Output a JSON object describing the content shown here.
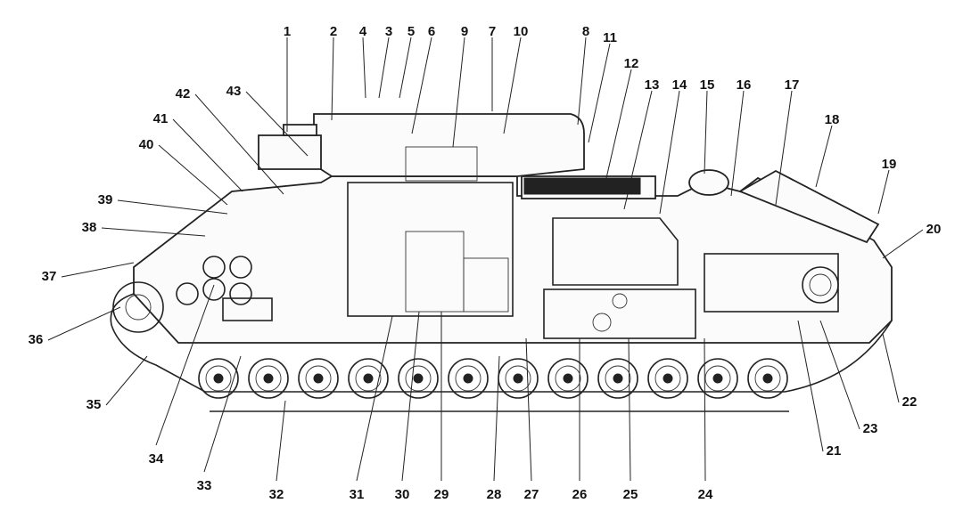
{
  "callouts": {
    "top": [
      "1",
      "2",
      "4",
      "3",
      "5",
      "6",
      "9",
      "7",
      "10",
      "8",
      "11",
      "12",
      "13",
      "14",
      "15",
      "16",
      "17",
      "18",
      "19"
    ],
    "left": [
      "43",
      "42",
      "41",
      "40",
      "39",
      "38",
      "37",
      "36",
      "35"
    ],
    "right": [
      "20",
      "22",
      "23",
      "21"
    ],
    "bottom": [
      "34",
      "33",
      "32",
      "31",
      "30",
      "29",
      "28",
      "27",
      "26",
      "25",
      "24"
    ]
  },
  "colors": {
    "ink": "#222222",
    "paper": "#ffffff"
  }
}
